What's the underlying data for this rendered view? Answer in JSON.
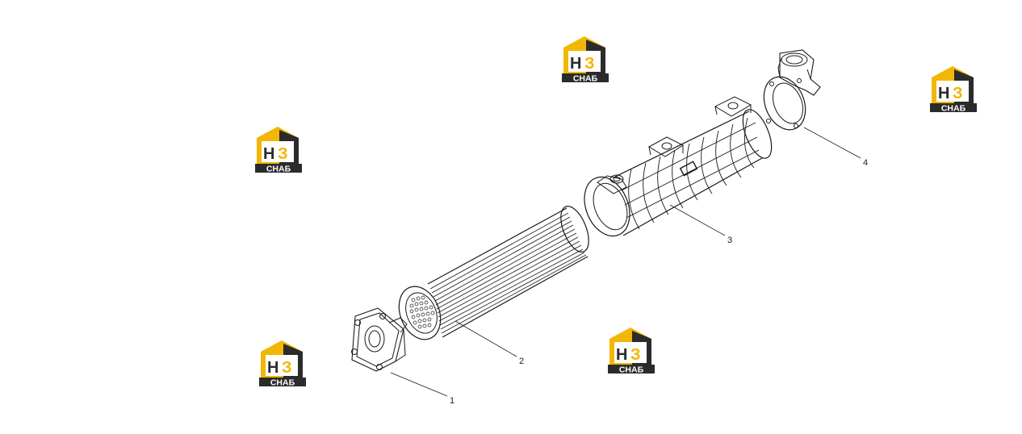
{
  "diagram": {
    "callouts": [
      "1",
      "2",
      "3",
      "4"
    ]
  },
  "logo": {
    "mark_left": "Н",
    "mark_right": "З",
    "word": "СНАБ"
  },
  "colors": {
    "logo_yellow": "#f2b705",
    "logo_dark": "#2b2b2b",
    "line": "#1a1a1a"
  }
}
